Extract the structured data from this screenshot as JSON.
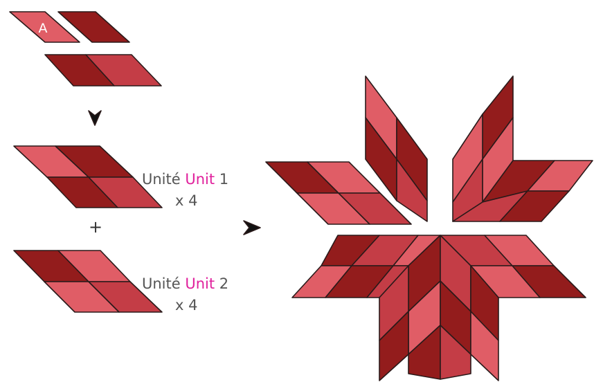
{
  "colors": {
    "light": "#e05d66",
    "medium": "#c43d46",
    "dark": "#931c1c",
    "accent_text": "#e0209c",
    "text": "#555555",
    "stroke": "#2a1a1a"
  },
  "pieces": {
    "piece_a_label": "A"
  },
  "unit1": {
    "word_fr": "Unité",
    "word_en": "Unit",
    "number": "1",
    "multiplier": "x 4"
  },
  "unit2": {
    "word_fr": "Unité",
    "word_en": "Unit",
    "number": "2",
    "multiplier": "x 4"
  },
  "plus_sign": "+"
}
